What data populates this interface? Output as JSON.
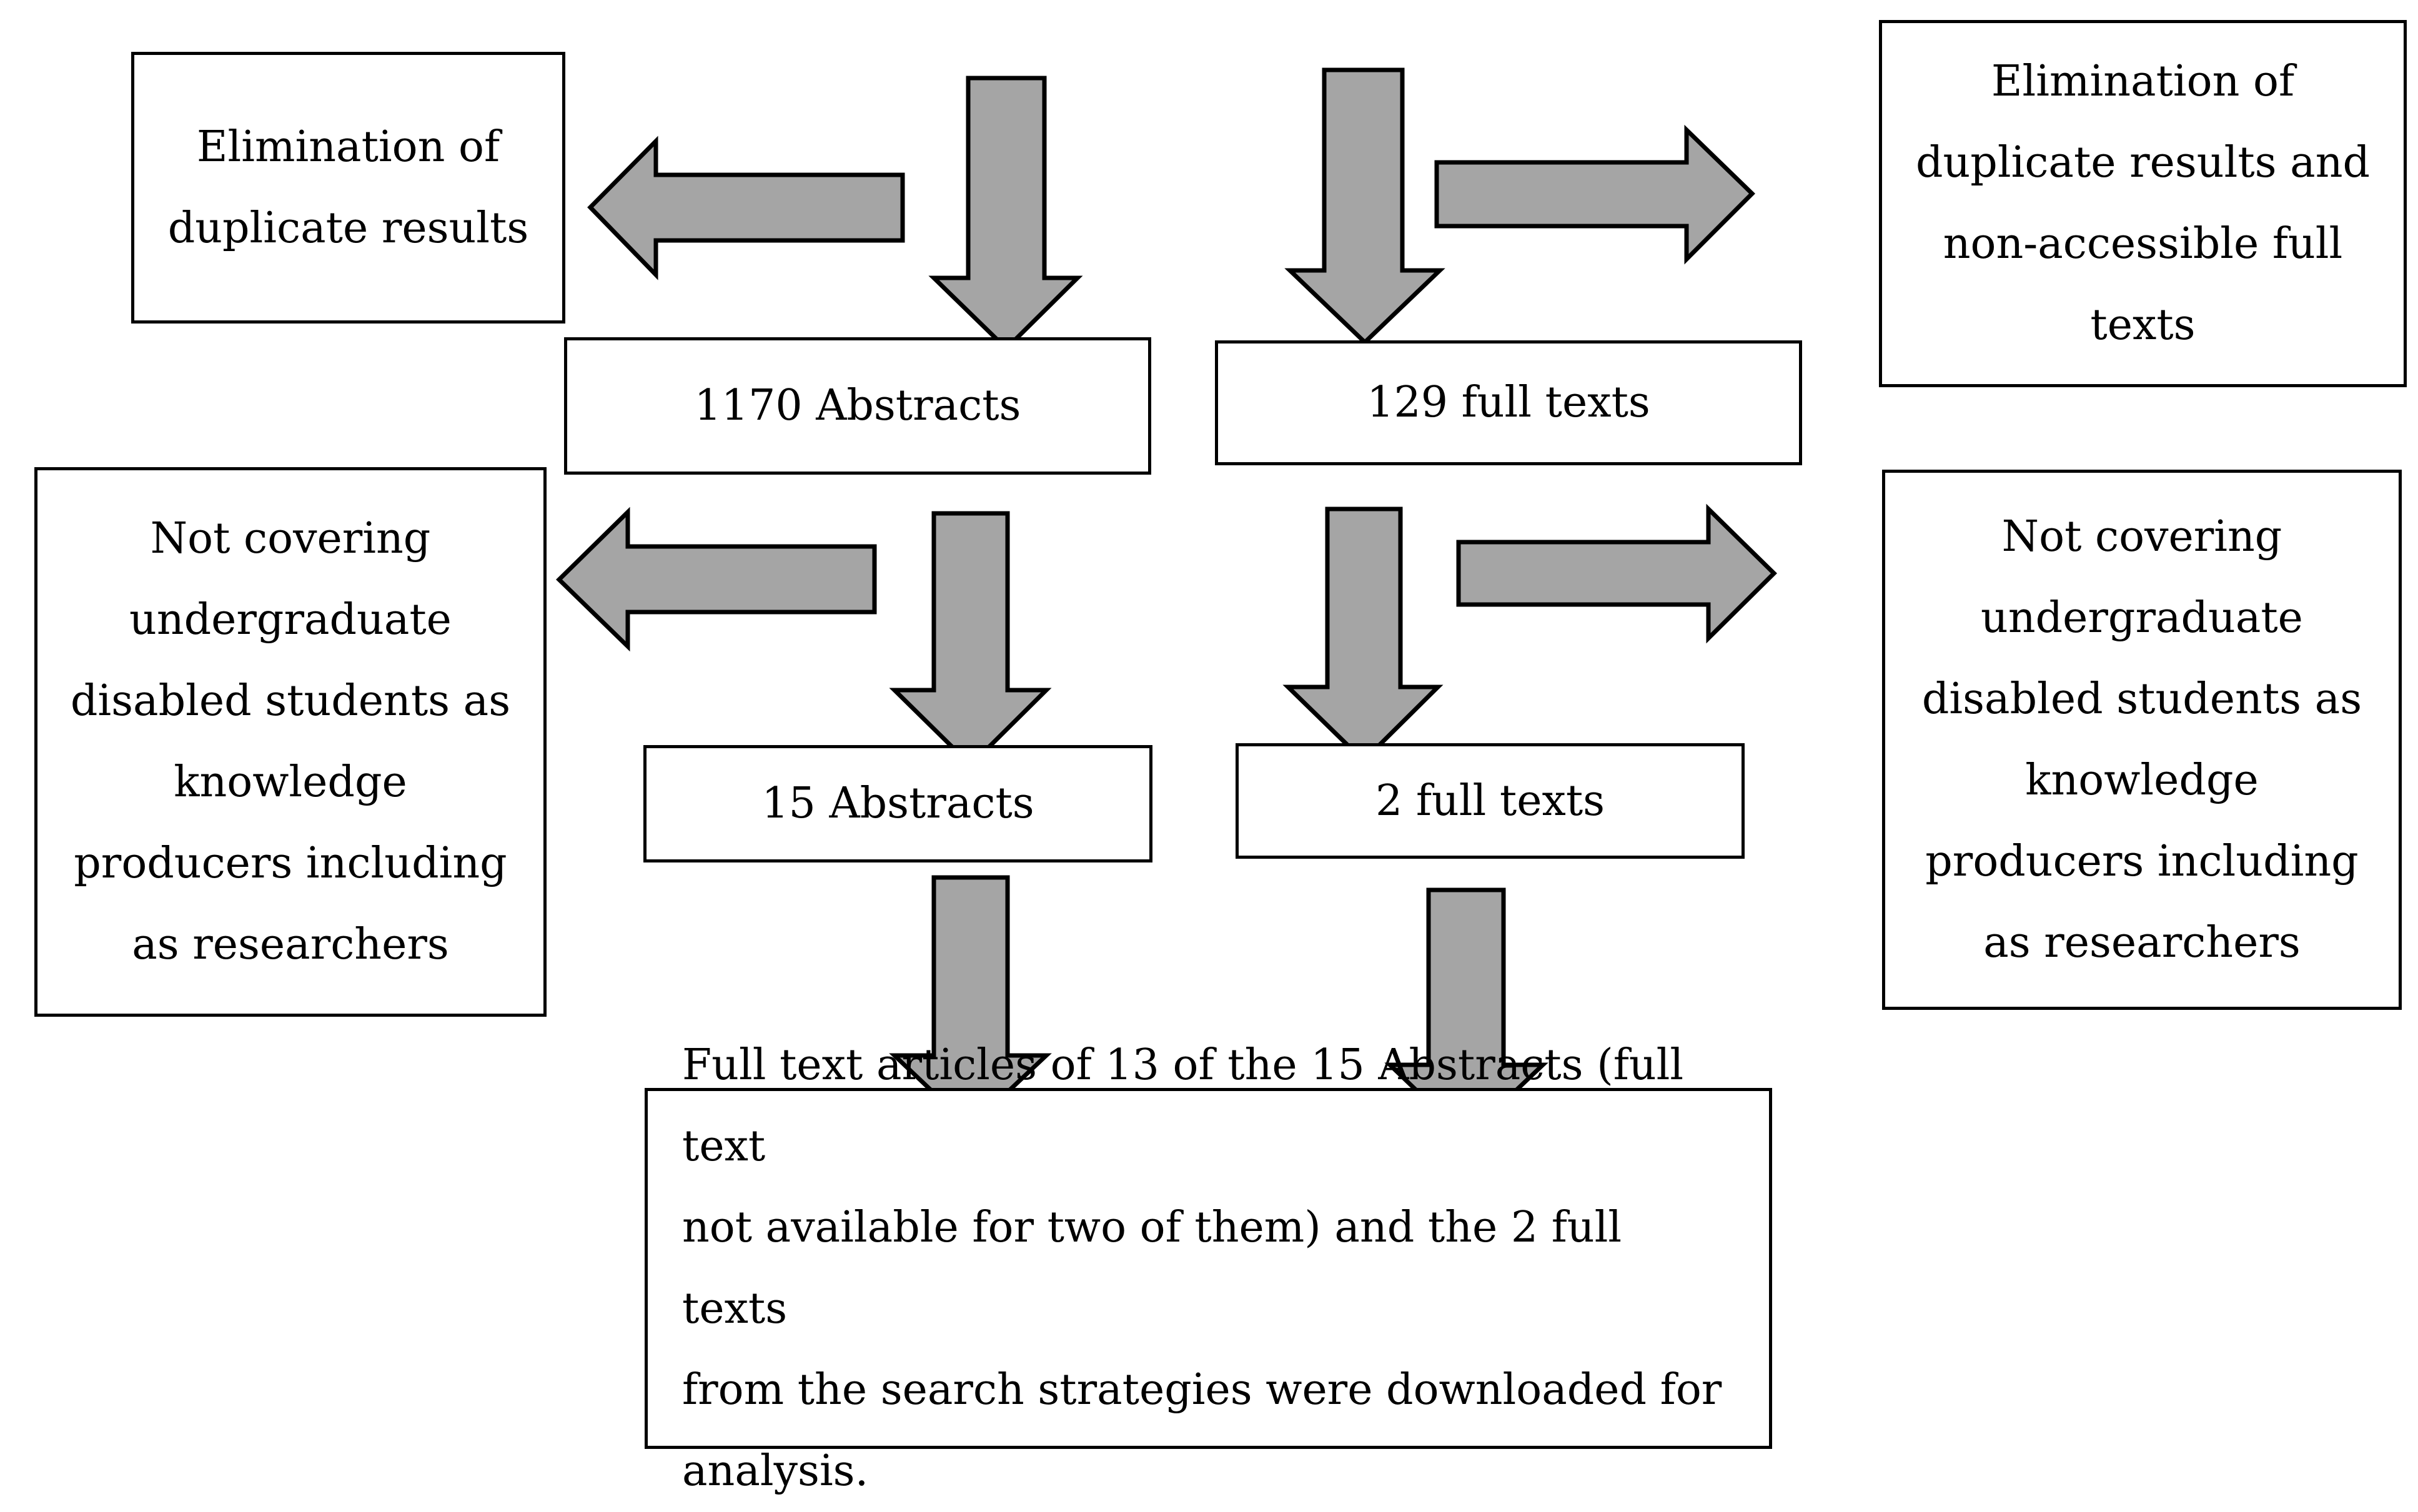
{
  "boxes": {
    "elim_dup": "Elimination of\nduplicate results",
    "elim_dup_full": "Elimination of\nduplicate results and\nnon-accessible full\ntexts",
    "abstracts_1170": "1170 Abstracts",
    "fulltexts_129": "129 full texts",
    "not_covering_left": "Not covering\nundergraduate\ndisabled students as\nknowledge\nproducers including\nas researchers",
    "not_covering_right": "Not covering\nundergraduate\ndisabled students as\nknowledge\nproducers including\nas researchers",
    "abstracts_15": "15 Abstracts",
    "fulltexts_2": "2 full texts",
    "final": "Full text articles of 13 of the 15 Abstracts (full text\nnot available for two of them) and the 2 full texts\nfrom the search strategies were downloaded for\nanalysis."
  }
}
